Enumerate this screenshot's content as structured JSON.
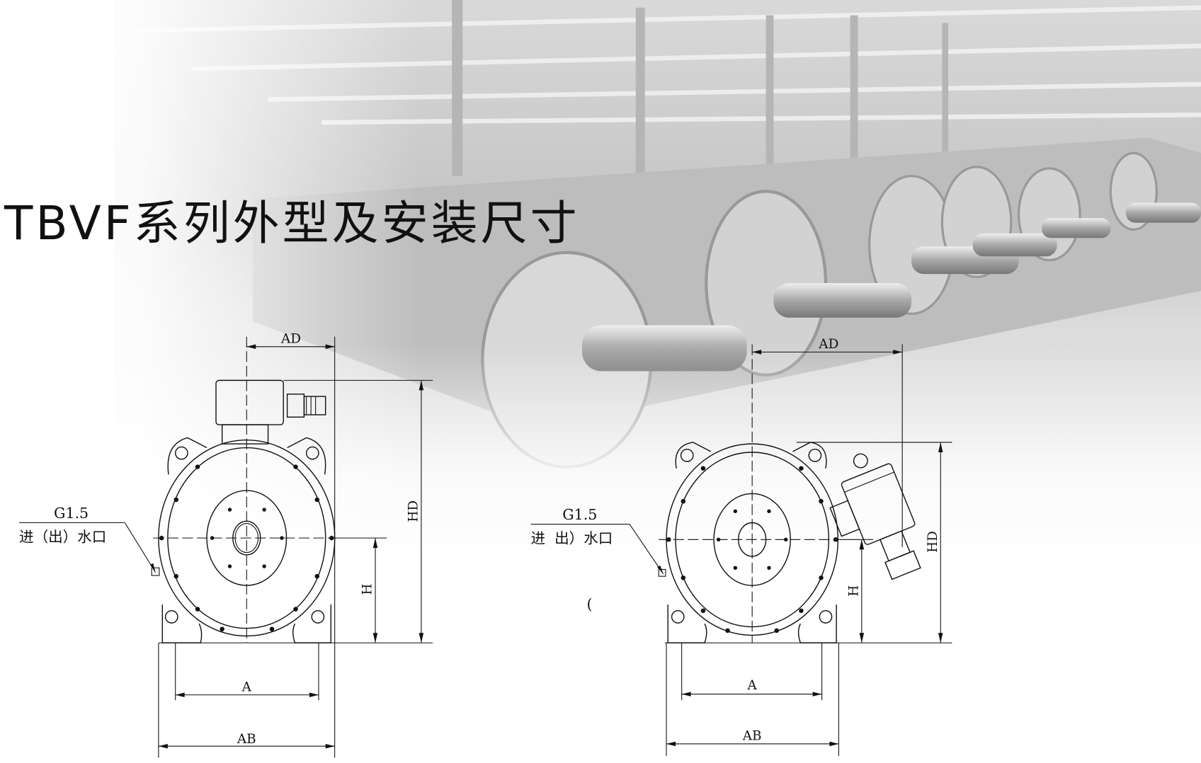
{
  "title": "TBVF系列外型及安装尺寸",
  "left_drawing": {
    "dims": {
      "ad": "AD",
      "hd": "HD",
      "h": "H",
      "a": "A",
      "ab": "AB"
    },
    "port_size": "G1.5",
    "port_label": "进（出）水口"
  },
  "right_drawing": {
    "dims": {
      "ad": "AD",
      "hd": "HD",
      "h": "H",
      "a": "A",
      "ab": "AB"
    },
    "port_size": "G1.5",
    "port_label": "进  出）水口",
    "stray_mark": "("
  }
}
